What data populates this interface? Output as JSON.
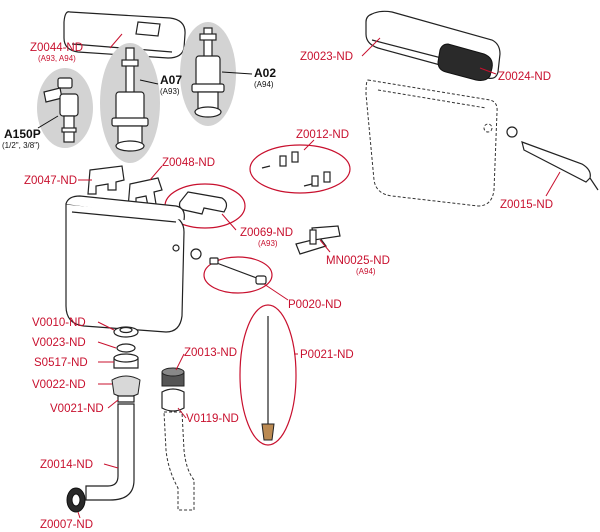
{
  "colors": {
    "label": "#c8102e",
    "dark_label": "#111111",
    "oval_bg": "#d3d3d3"
  },
  "labels": {
    "z0044": "Z0044-ND",
    "z0044_sub": "(A93, A94)",
    "a07": "A07",
    "a07_sub": "(A93)",
    "a02": "A02",
    "a02_sub": "(A94)",
    "a150p": "A150P",
    "a150p_sub": "(1/2\", 3/8\")",
    "z0023": "Z0023-ND",
    "z0024": "Z0024-ND",
    "z0012": "Z0012-ND",
    "z0015": "Z0015-ND",
    "z0047": "Z0047-ND",
    "z0048": "Z0048-ND",
    "z0069": "Z0069-ND",
    "z0069_sub": "(A93)",
    "mn0025": "MN0025-ND",
    "mn0025_sub": "(A94)",
    "p0020": "P0020-ND",
    "v0010": "V0010-ND",
    "v0023": "V0023-ND",
    "s0517": "S0517-ND",
    "v0022": "V0022-ND",
    "v0021": "V0021-ND",
    "z0013": "Z0013-ND",
    "v0119": "V0119-ND",
    "p0021": "P0021-ND",
    "z0014": "Z0014-ND",
    "z0007": "Z0007-ND"
  }
}
